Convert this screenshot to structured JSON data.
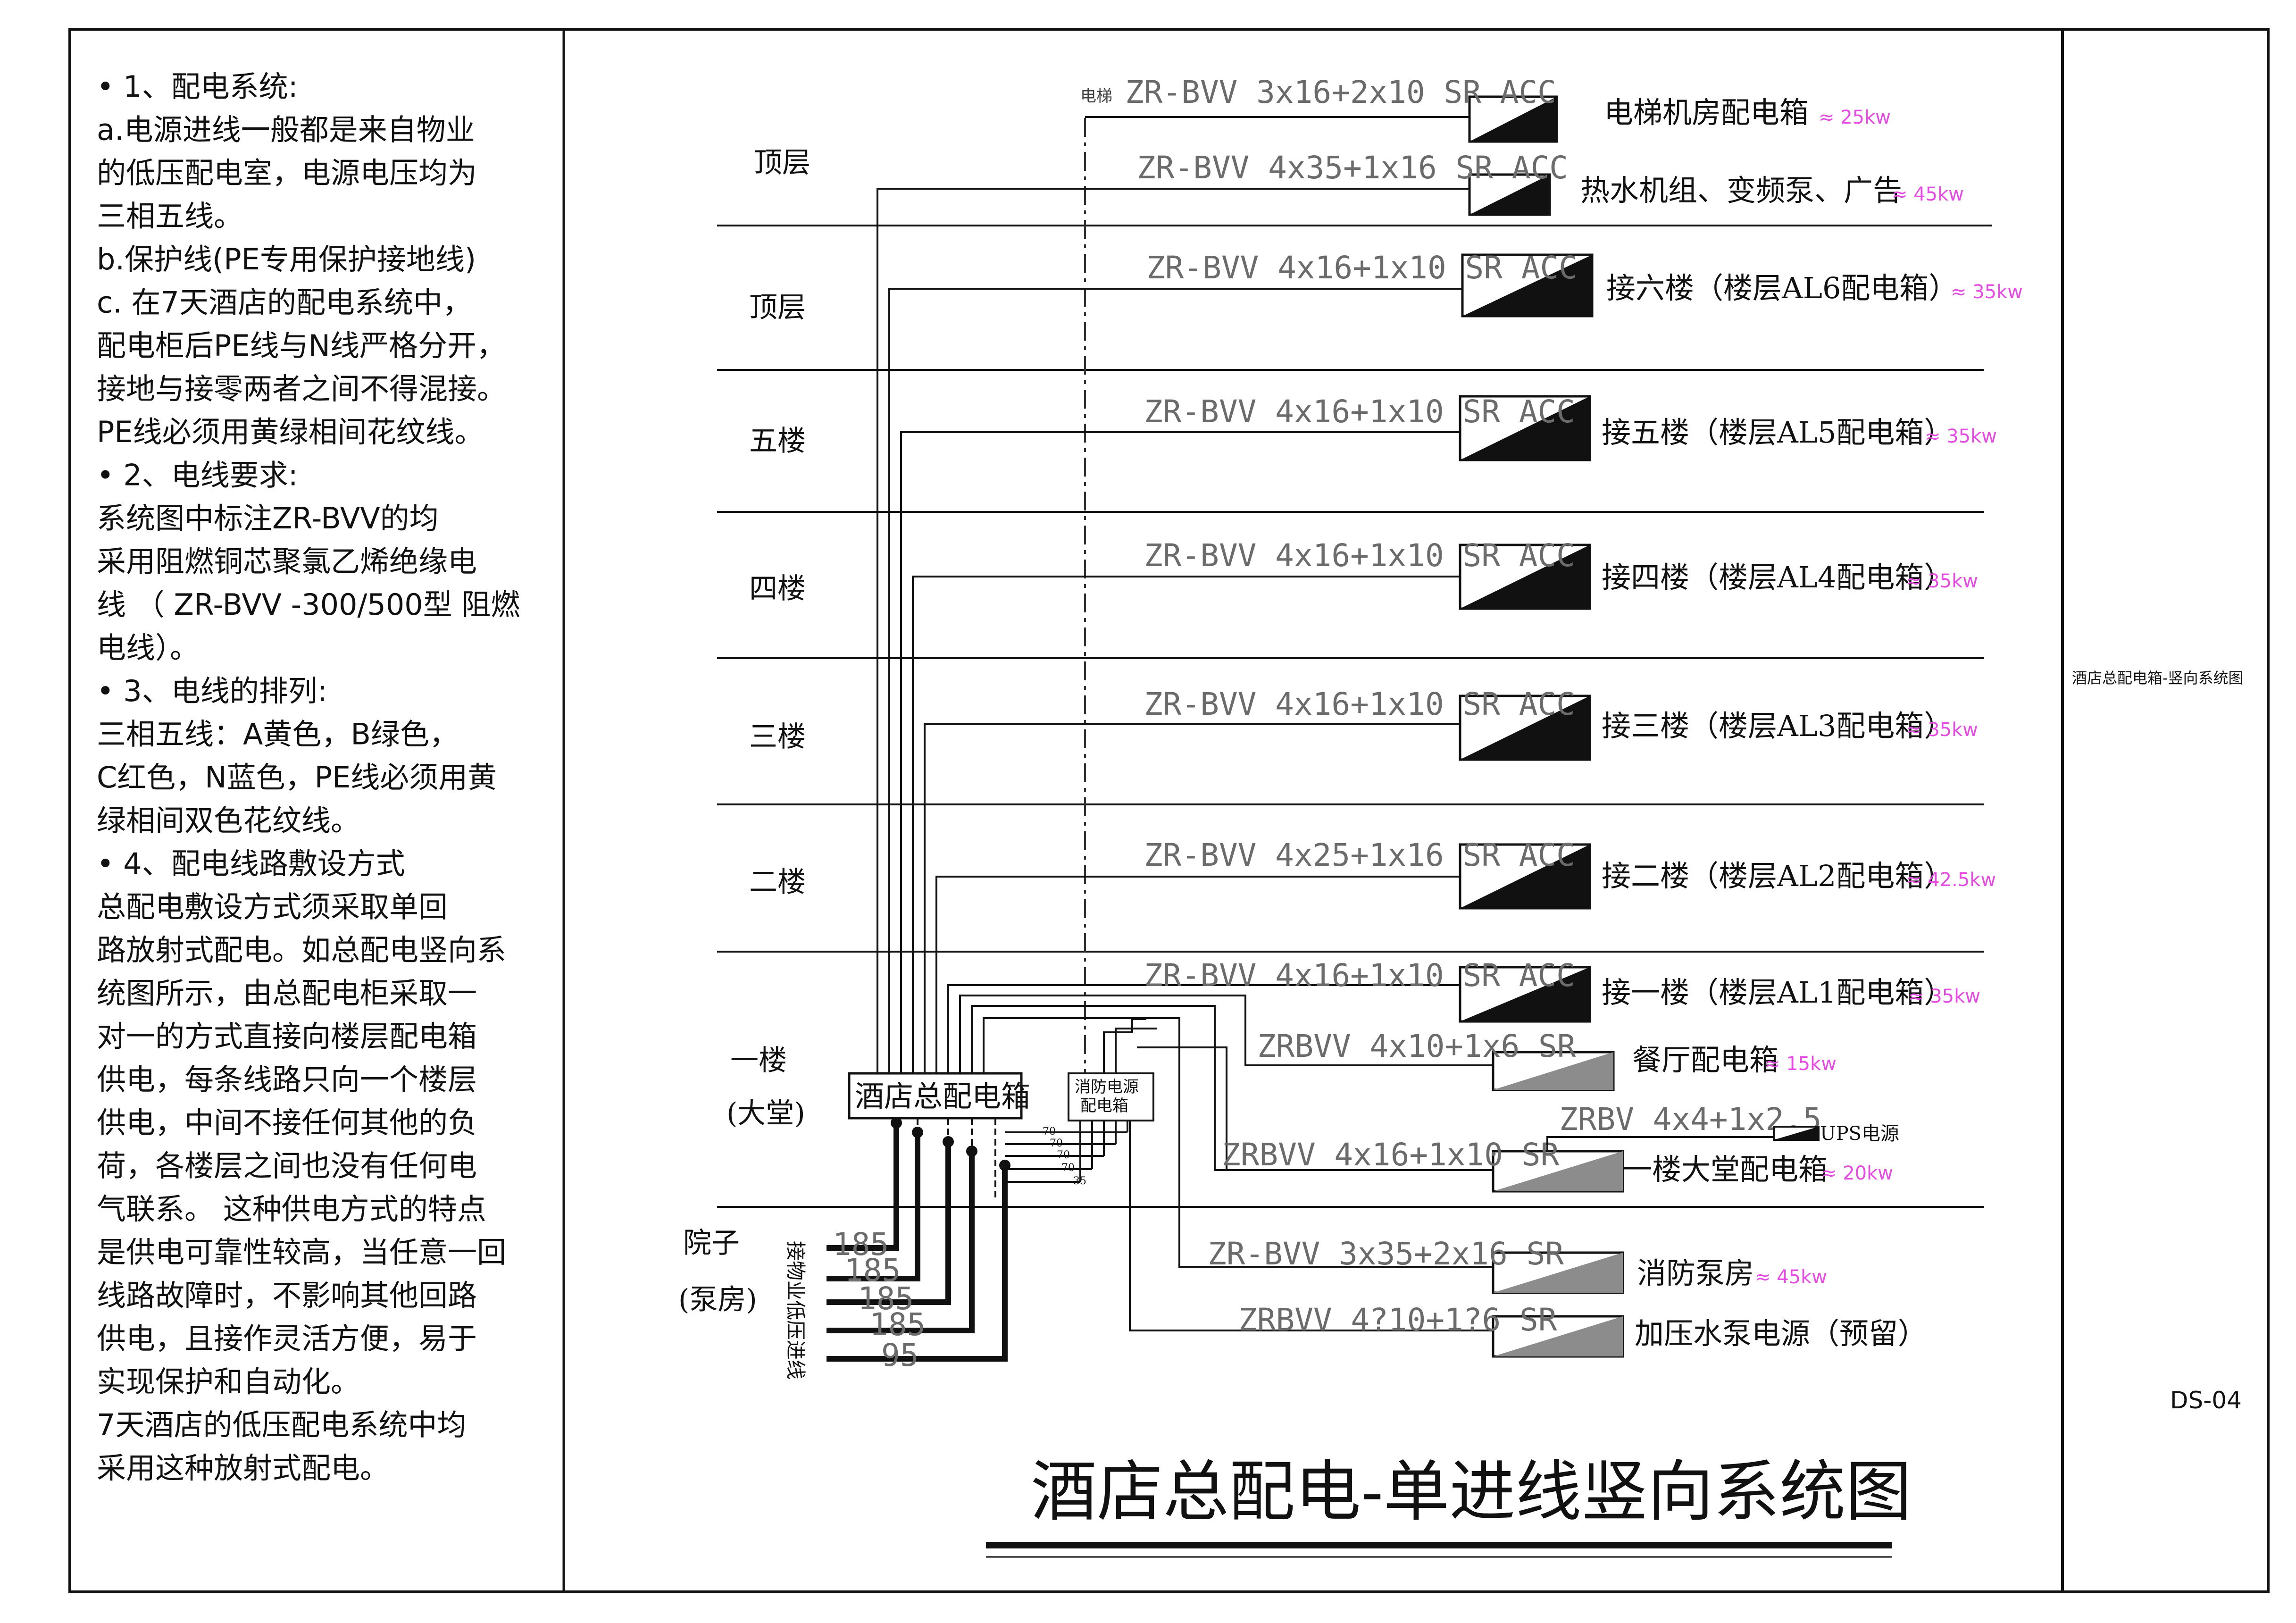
{
  "notes": {
    "lines": [
      "•        1、配电系统:",
      "  a.电源进线一般都是来自物业",
      "的低压配电室，电源电压均为",
      "三相五线。",
      "  b.保护线(PE专用保护接地线)",
      "  c. 在7天酒店的配电系统中，",
      "配电柜后PE线与N线严格分开，",
      "接地与接零两者之间不得混接。",
      "PE线必须用黄绿相间花纹线。",
      "•        2、电线要求:",
      "     系统图中标注ZR-BVV的均",
      "采用阻燃铜芯聚氯乙烯绝缘电",
      "线 （ ZR-BVV -300/500型 阻燃",
      "电线）。",
      "•        3、电线的排列:",
      "   三相五线：A黄色，B绿色，",
      "C红色，N蓝色，PE线必须用黄",
      "绿相间双色花纹线。",
      "•        4、配电线路敷设方式",
      "     总配电敷设方式须采取单回",
      "路放射式配电。如总配电竖向系",
      "统图所示，由总配电柜采取一",
      "对一的方式直接向楼层配电箱",
      "供电，每条线路只向一个楼层",
      "供电，中间不接任何其他的负",
      "荷，各楼层之间也没有任何电",
      "气联系。 这种供电方式的特点",
      "是供电可靠性较高，当任意一回",
      "线路故障时，不影响其他回路",
      "供电，且接作灵活方便，易于",
      "实现保护和自动化。",
      "   7天酒店的低压配电系统中均",
      "采用这种放射式配电。"
    ]
  },
  "floors": [
    "顶层",
    "顶层",
    "五楼",
    "四楼",
    "三楼",
    "二楼",
    "一楼",
    "(大堂)",
    "院子",
    "(泵房)"
  ],
  "branches": [
    {
      "prefix": "电梯",
      "cable": "ZR-BVV 3x16+2x10 SR ACC",
      "box": "电梯机房配电箱",
      "kw": "≈ 25kw"
    },
    {
      "prefix": "",
      "cable": "ZR-BVV 4x35+1x16 SR ACC",
      "box": "热水机组、变频泵、广告",
      "kw": "≈ 45kw"
    },
    {
      "prefix": "",
      "cable": "ZR-BVV 4x16+1x10 SR ACC",
      "box": "接六楼（楼层AL6配电箱）",
      "kw": "≈ 35kw"
    },
    {
      "prefix": "",
      "cable": "ZR-BVV 4x16+1x10 SR ACC",
      "box": "接五楼（楼层AL5配电箱）",
      "kw": "≈ 35kw"
    },
    {
      "prefix": "",
      "cable": "ZR-BVV 4x16+1x10 SR ACC",
      "box": "接四楼（楼层AL4配电箱）",
      "kw": "≈ 35kw"
    },
    {
      "prefix": "",
      "cable": "ZR-BVV 4x16+1x10 SR ACC",
      "box": "接三楼（楼层AL3配电箱）",
      "kw": "≈ 35kw"
    },
    {
      "prefix": "",
      "cable": "ZR-BVV 4x25+1x16 SR ACC",
      "box": "接二楼（楼层AL2配电箱）",
      "kw": "≈ 42.5kw"
    },
    {
      "prefix": "",
      "cable": "ZR-BVV 4x16+1x10 SR ACC",
      "box": "接一楼（楼层AL1配电箱）",
      "kw": "≈ 35kw"
    },
    {
      "prefix": "",
      "cable": "ZRBVV 4x10+1x6 SR",
      "box": "餐厅配电箱",
      "kw": "≈ 15kw"
    },
    {
      "prefix": "",
      "cable": "ZRBVV 4x16+1x10 SR",
      "box": "一楼大堂配电箱",
      "kw": "≈ 20kw"
    },
    {
      "prefix": "",
      "cable": "ZR-BVV 3x35+2x16 SR",
      "box": "消防泵房",
      "kw": "≈ 45kw"
    },
    {
      "prefix": "",
      "cable": "ZRBVV 4?10+1?6 SR",
      "box": "加压水泵电源（预留）",
      "kw": ""
    }
  ],
  "ups": {
    "cable": "ZRBV 4x4+1x2.5",
    "label": "UPS电源"
  },
  "main_box": "酒店总配电箱",
  "fire_box": [
    "消防电源",
    "配电箱"
  ],
  "fire_feeds": [
    "70",
    "70",
    "70",
    "70",
    "35"
  ],
  "incoming": {
    "label": "接物业低压进线",
    "sizes": [
      "185",
      "185",
      "185",
      "185",
      "95"
    ]
  },
  "title": "酒店总配电-单进线竖向系统图",
  "title_block": {
    "name": "酒店总配电箱-竖向系统图",
    "code": "DS-04"
  }
}
